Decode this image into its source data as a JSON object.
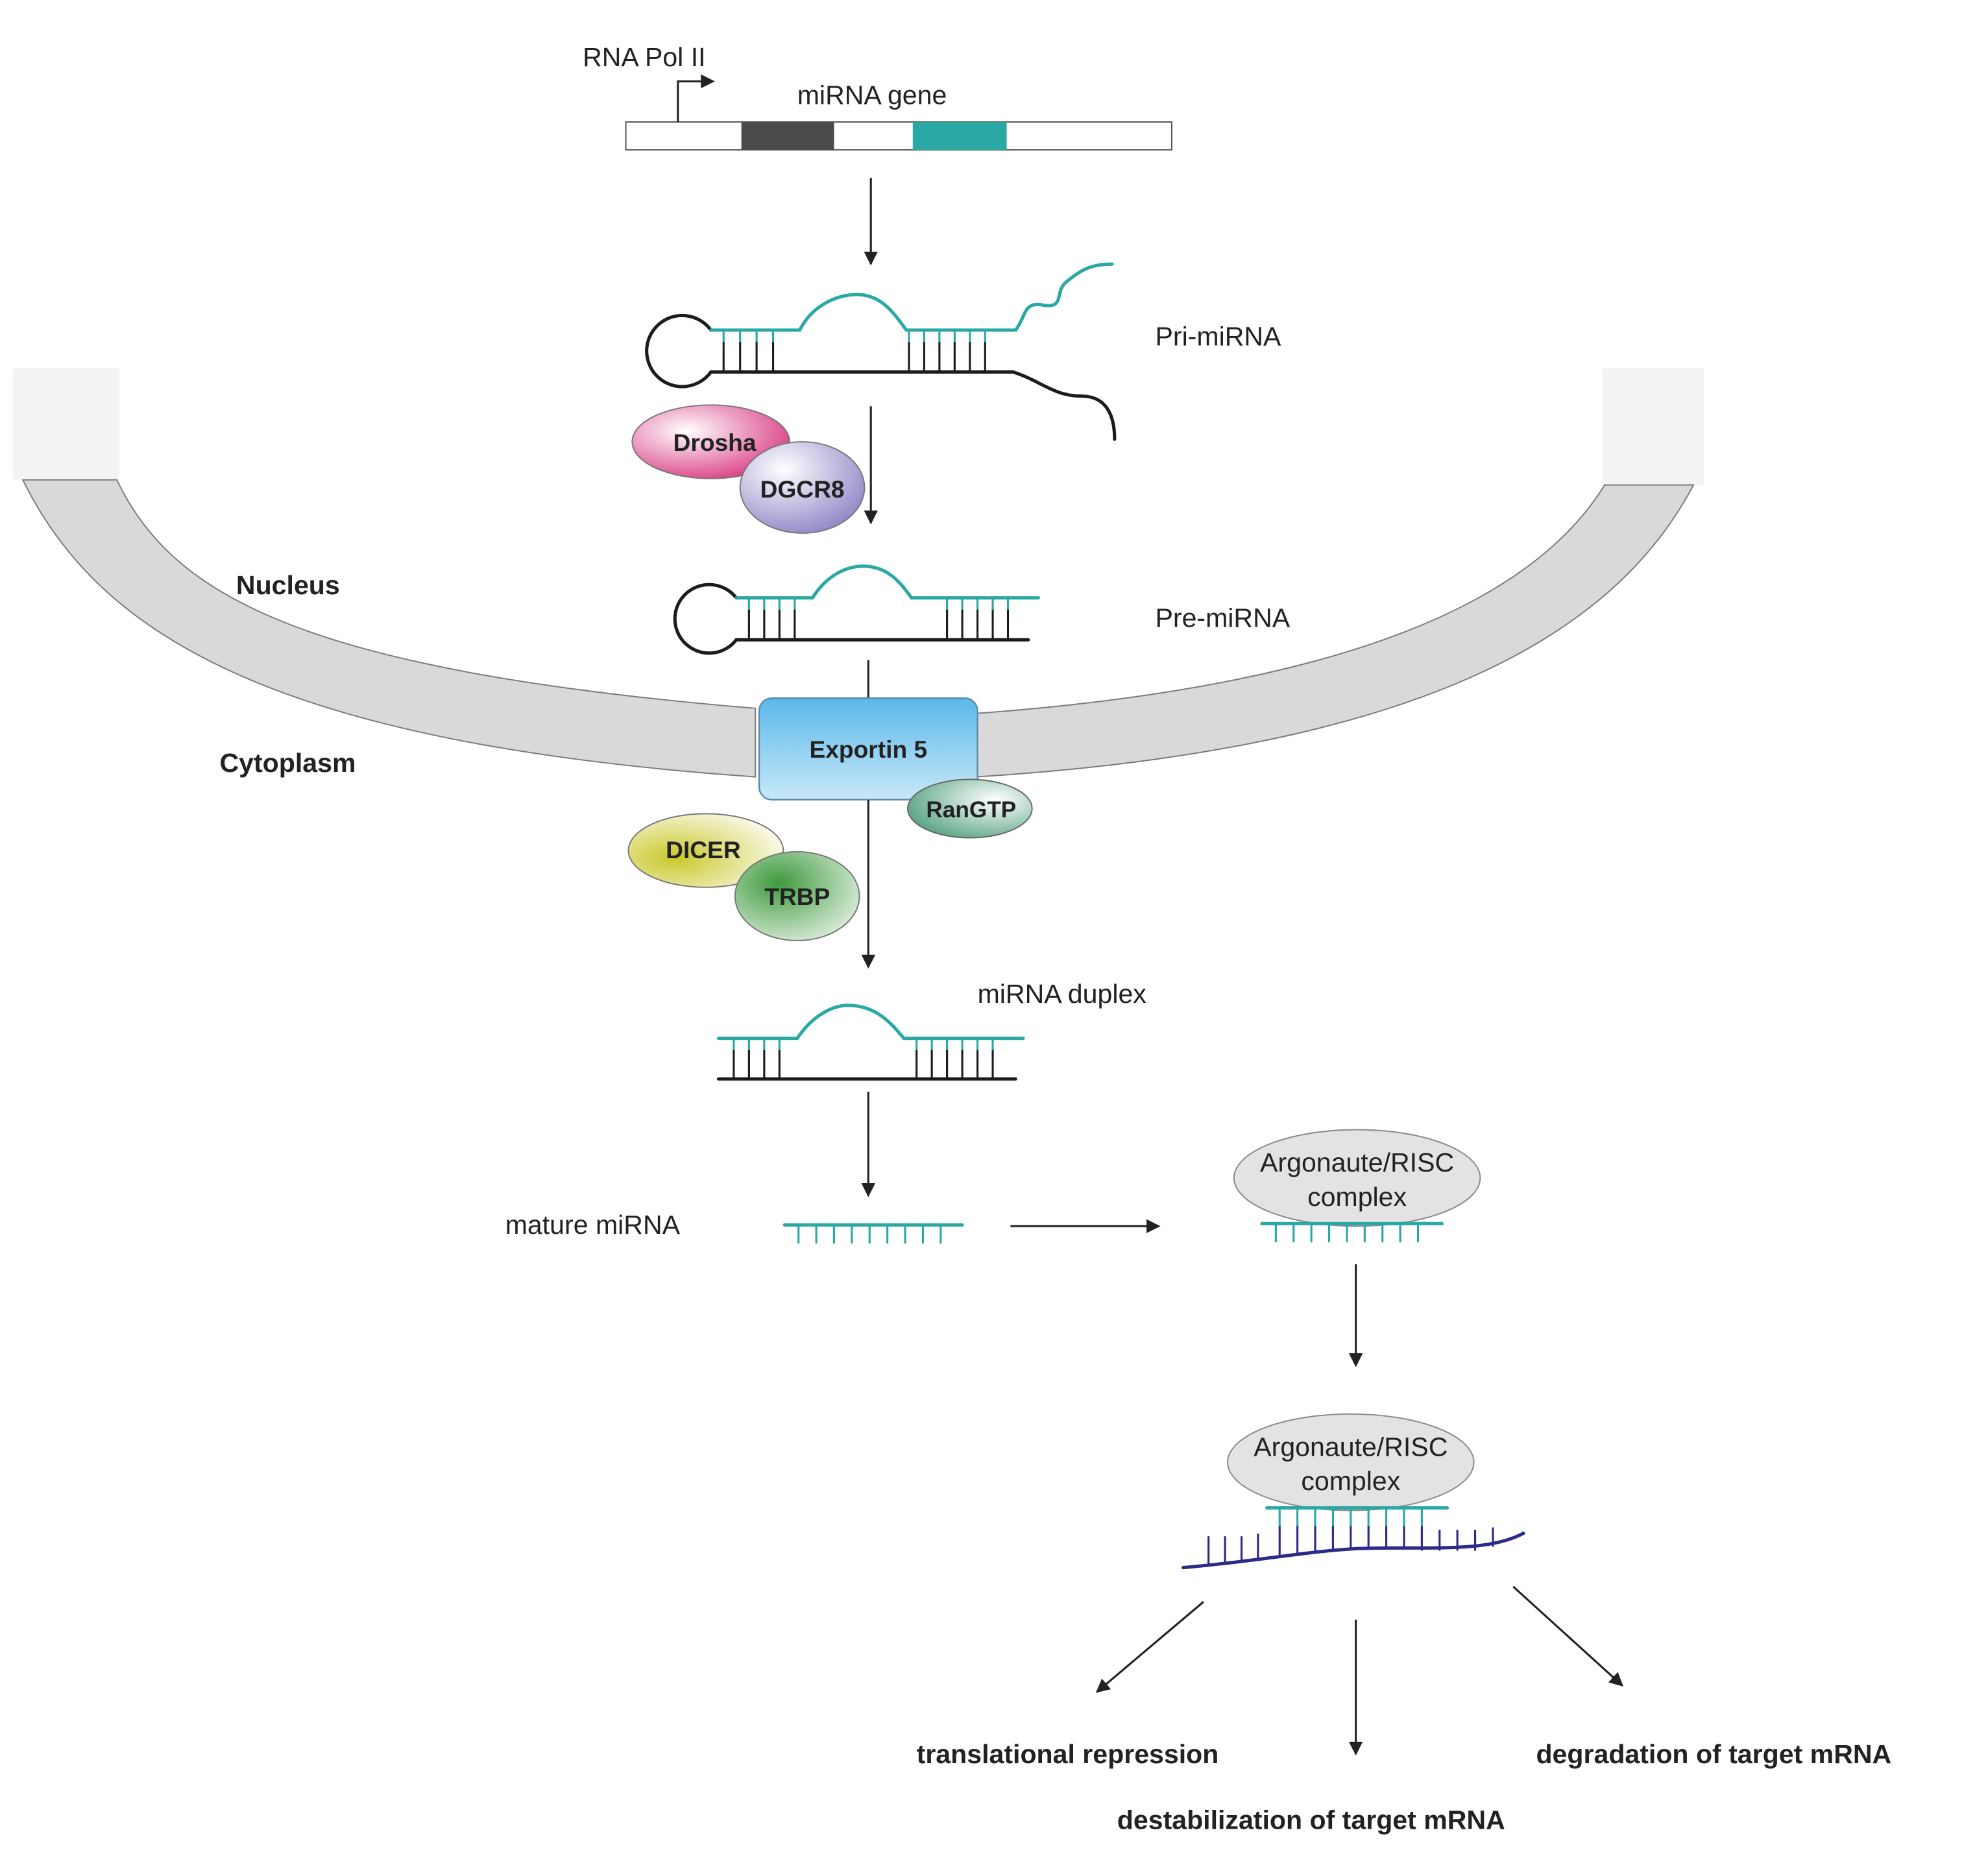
{
  "labels": {
    "rna_pol": "RNA Pol II",
    "gene": "miRNA gene",
    "pri": "Pri-miRNA",
    "pre": "Pre-miRNA",
    "duplex": "miRNA duplex",
    "mature": "mature miRNA",
    "nucleus": "Nucleus",
    "cytoplasm": "Cytoplasm"
  },
  "proteins": {
    "drosha": "Drosha",
    "dgcr8": "DGCR8",
    "exportin": "Exportin 5",
    "rangtp": "RanGTP",
    "dicer": "DICER",
    "trbp": "TRBP"
  },
  "risc": {
    "line1": "Argonaute/RISC",
    "line2": "complex"
  },
  "outcomes": {
    "translational": "translational repression",
    "destabilization": "destabilization of target mRNA",
    "degradation": "degradation of target mRNA"
  },
  "colors": {
    "teal": "#2aa9a4",
    "black_strand": "#1c1c1c",
    "target_mrna": "#2b2a86",
    "membrane": "#d9d9d9",
    "exportin": "#7ecbf0",
    "drosha": "#d8357f",
    "dgcr8": "#8a80c4",
    "rangtp": "#4f9f7c",
    "dicer": "#c9c82a",
    "trbp": "#3f9a3f",
    "risc": "#e3e3e3",
    "gene_dark": "#4a4a4a",
    "gene_teal": "#2aa9a4"
  }
}
